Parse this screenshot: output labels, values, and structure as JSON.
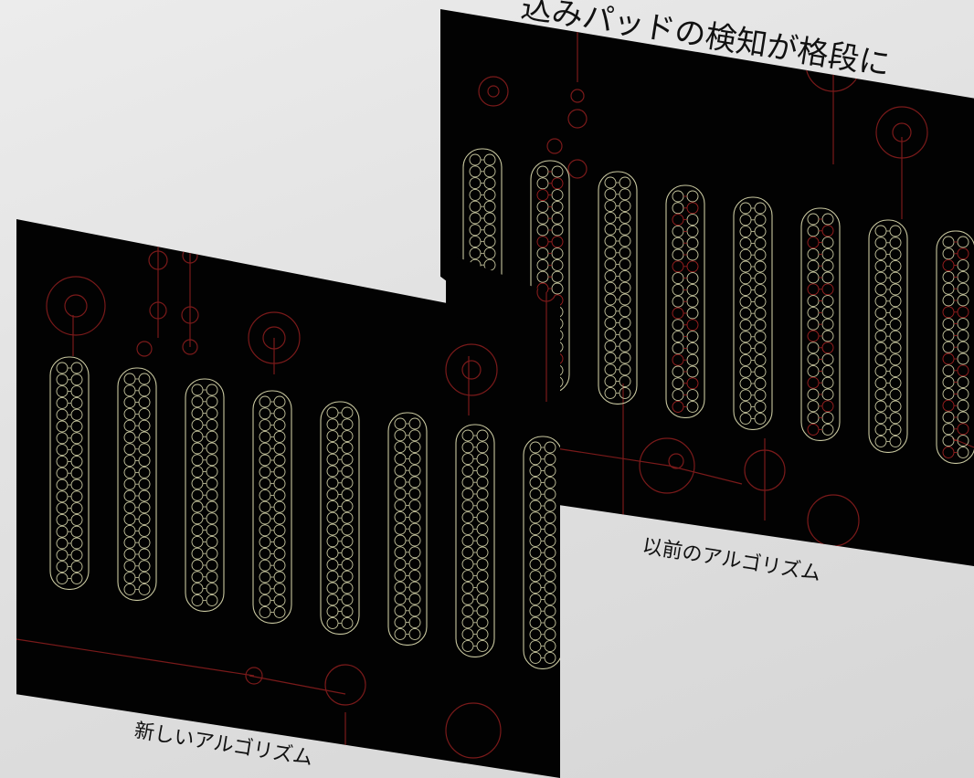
{
  "heading": "込みパッドの検知が格段に",
  "panels": {
    "old": {
      "caption": "以前のアルゴリズム"
    },
    "new": {
      "caption": "新しいアルゴリズム"
    }
  },
  "colors": {
    "background": "#e4e4e4",
    "board": "#020202",
    "trace": "#7a1a1a",
    "pad": "#c9c8a0",
    "pad_red": "#a02020"
  }
}
